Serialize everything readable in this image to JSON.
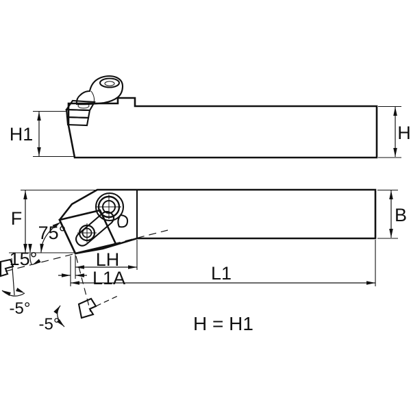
{
  "drawing": {
    "type": "toolholder-dimension-diagram",
    "side_view": {
      "h1_label": "H1",
      "h_label": "H"
    },
    "plan_view": {
      "f_label": "F",
      "b_label": "B",
      "lh_label": "LH",
      "l1a_label": "L1A",
      "l1_label": "L1",
      "lead_angle_label": "75°",
      "edge_angle_label": "15°",
      "back_rake_label": "-5°",
      "side_rake_label": "-5°"
    },
    "note_equality": "H = H1"
  },
  "colors": {
    "body_fill": "#d5d5d5",
    "detail_fill": "#ffffff",
    "line": "#111111",
    "background": "#ffffff"
  }
}
